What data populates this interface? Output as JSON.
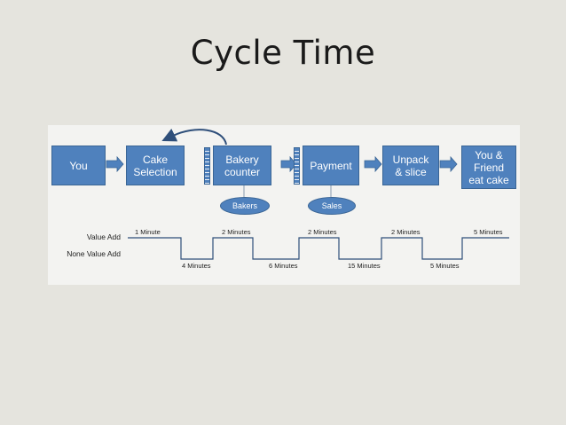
{
  "title": "Cycle Time",
  "colors": {
    "box": "#4f81bd",
    "background": "#e5e4de"
  },
  "process": {
    "steps": [
      {
        "label": "You"
      },
      {
        "label": "Cake\nSelection"
      },
      {
        "label": "Bakery\ncounter"
      },
      {
        "label": "Payment"
      },
      {
        "label": "Unpack\n& slice"
      },
      {
        "label": "You &\nFriend\neat cake"
      }
    ],
    "resources": [
      "Bakers",
      "Sales"
    ]
  },
  "timeline": {
    "row_labels": {
      "value_add": "Value Add",
      "non_value_add": "None Value Add"
    },
    "value_add": [
      "1 Minute",
      "2 Minutes",
      "2 Minutes",
      "2 Minutes",
      "5 Minutes"
    ],
    "non_value_add": [
      "4 Minutes",
      "6 Minutes",
      "15 Minutes",
      "5 Minutes"
    ]
  }
}
